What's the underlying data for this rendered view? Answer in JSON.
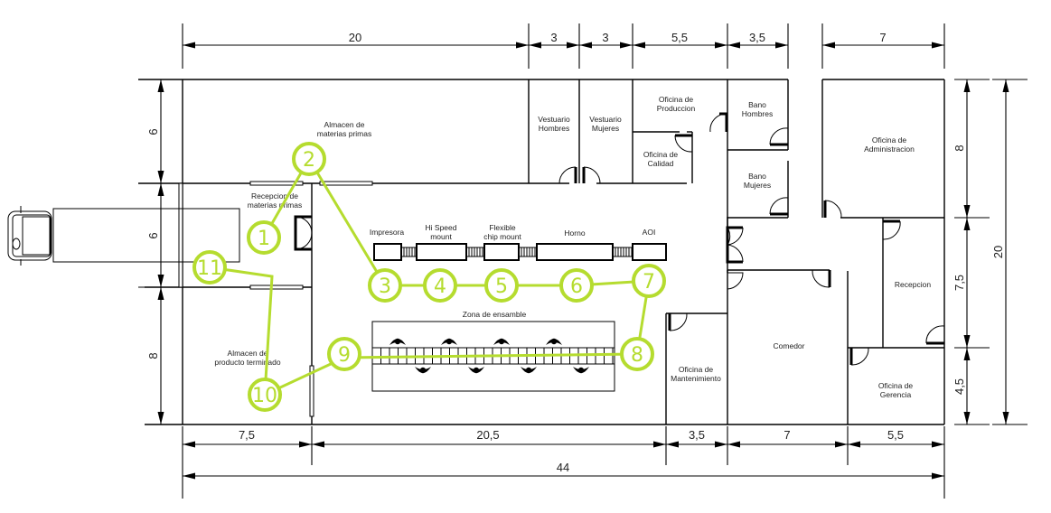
{
  "title": "Plano de planta - flujo de proceso",
  "units": "m",
  "dimensions": {
    "top": [
      "20",
      "3",
      "3",
      "5,5",
      "3,5",
      "7"
    ],
    "bottom": [
      "7,5",
      "20,5",
      "3,5",
      "7",
      "5,5"
    ],
    "bottom_total": "44",
    "left": [
      "6",
      "6",
      "8"
    ],
    "right": [
      "8",
      "7,5",
      "4,5"
    ],
    "right_total": "20"
  },
  "rooms": {
    "almacen_mp": [
      "Almacen de",
      "materias primas"
    ],
    "recepcion_mp": [
      "Recepcion de",
      "materias primas"
    ],
    "almacen_pt": [
      "Almacen de",
      "producto terminado"
    ],
    "vestuario_h": [
      "Vestuario",
      "Hombres"
    ],
    "vestuario_m": [
      "Vestuario",
      "Mujeres"
    ],
    "of_produccion": [
      "Oficina de",
      "Produccion"
    ],
    "of_calidad": [
      "Oficina de",
      "Calidad"
    ],
    "bano_h": [
      "Bano",
      "Hombres"
    ],
    "bano_m": [
      "Bano",
      "Mujeres"
    ],
    "of_admin": [
      "Oficina de",
      "Administracion"
    ],
    "recepcion": [
      "Recepcion"
    ],
    "comedor": [
      "Comedor"
    ],
    "of_gerencia": [
      "Oficina de",
      "Gerencia"
    ],
    "of_mantenimiento": [
      "Oficina de",
      "Mantenimiento"
    ],
    "zona_ensamble": [
      "Zona de ensamble"
    ]
  },
  "equipment": [
    {
      "label": [
        "Impresora"
      ]
    },
    {
      "label": [
        "Hi Speed",
        "mount"
      ]
    },
    {
      "label": [
        "Flexible",
        "chip mount"
      ]
    },
    {
      "label": [
        "Horno"
      ]
    },
    {
      "label": [
        "AOI"
      ]
    }
  ],
  "flow": {
    "color": "#b5dc2f",
    "steps": [
      "1",
      "2",
      "3",
      "4",
      "5",
      "6",
      "7",
      "8",
      "9",
      "10",
      "11"
    ]
  }
}
